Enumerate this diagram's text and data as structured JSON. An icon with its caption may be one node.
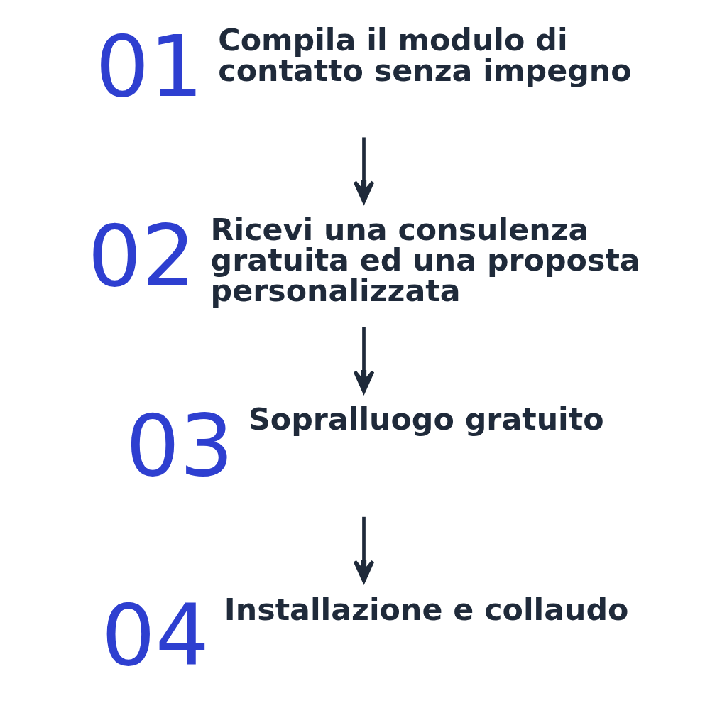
{
  "diagram": {
    "nodes": [
      {
        "text": [
          "01",
          "Compila il modulo di contatto senza impegno"
        ]
      },
      {
        "text": [
          "02",
          "Ricevi una consulenza gratuita ed una proposta personalizzata"
        ]
      },
      {
        "text": [
          "03",
          "Sopralluogo gratuito"
        ]
      },
      {
        "text": [
          "04",
          "Installazione e collaudo"
        ]
      }
    ],
    "edges": [
      {
        "from": 0,
        "to": 1,
        "arrow": "to"
      },
      {
        "from": 1,
        "to": 2,
        "arrow": "to"
      },
      {
        "from": 2,
        "to": 3,
        "arrow": "to"
      }
    ]
  }
}
